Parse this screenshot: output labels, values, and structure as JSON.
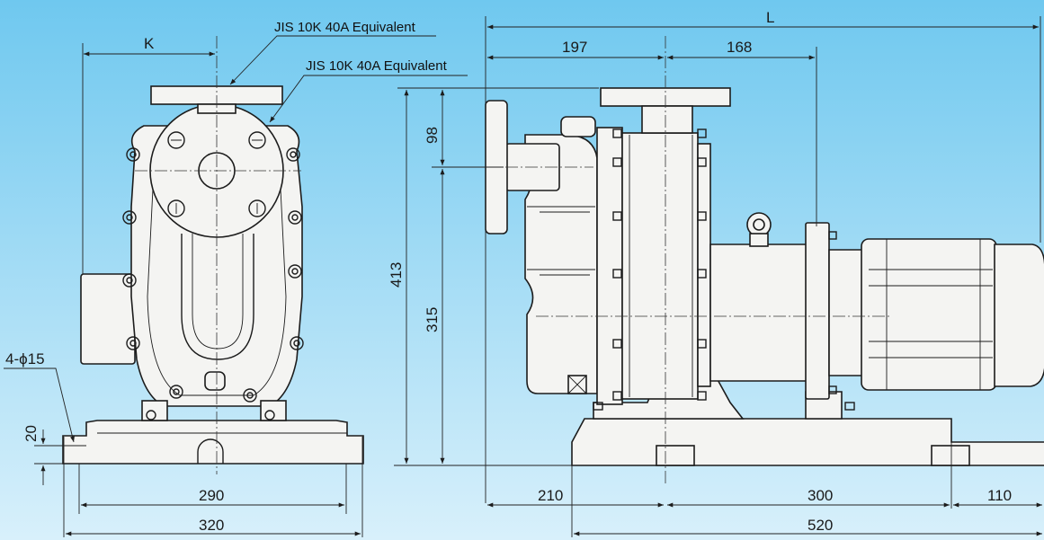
{
  "colors": {
    "background_top": "#6fc8ef",
    "background_bottom": "#d8f0fb",
    "line": "#1c1c1c",
    "part_fill": "#f4f4f2"
  },
  "callouts": {
    "discharge": "JIS 10K 40A Equivalent",
    "suction": "JIS 10K 40A Equivalent"
  },
  "front_view": {
    "dim_k": "K",
    "dim_bolt_holes": "4-ϕ15",
    "dim_base_height": "20",
    "dim_mount_span": "290",
    "dim_base_width": "320"
  },
  "side_view": {
    "dim_l": "L",
    "dim_197": "197",
    "dim_168": "168",
    "dim_98": "98",
    "dim_413": "413",
    "dim_315": "315",
    "dim_210": "210",
    "dim_300": "300",
    "dim_110": "110",
    "dim_520": "520"
  }
}
